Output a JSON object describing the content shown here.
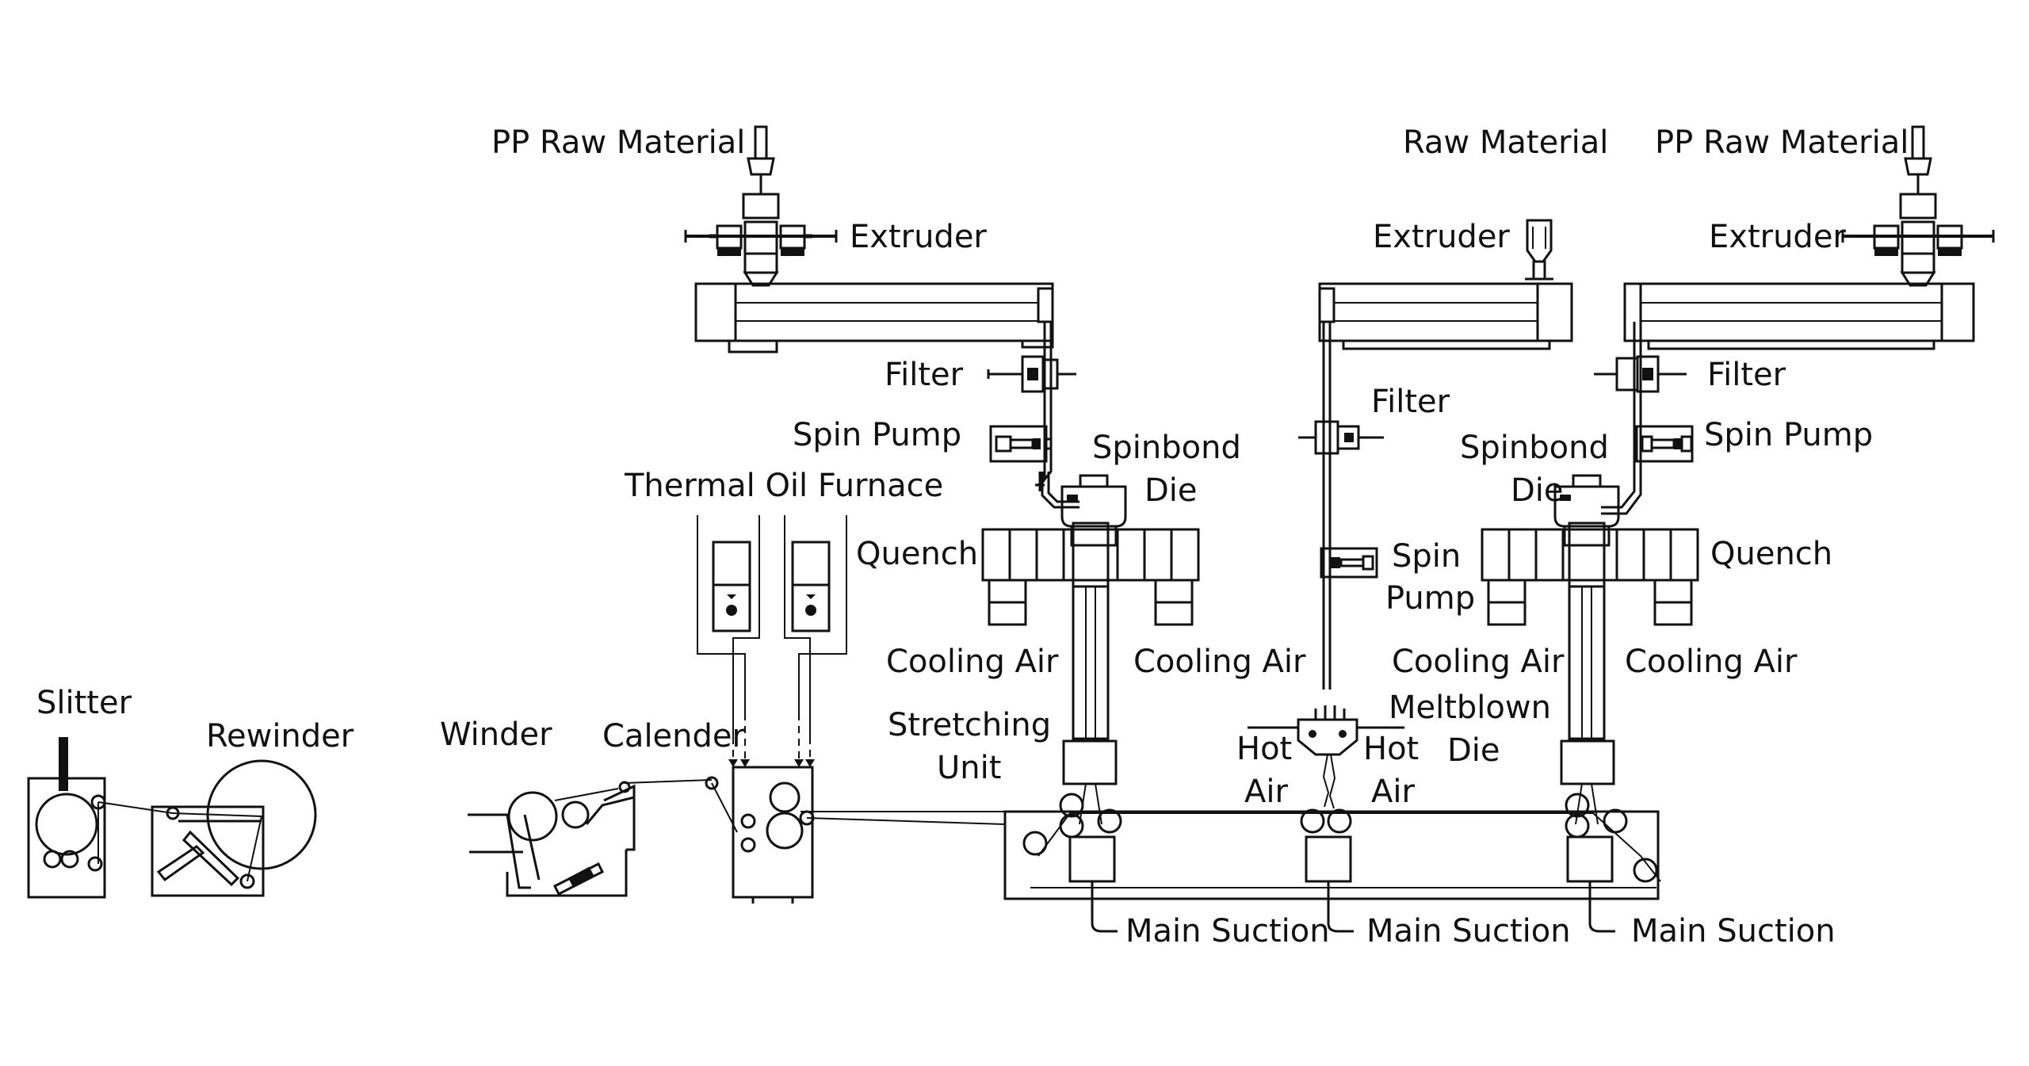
{
  "labels": {
    "pp_raw_material_left": "PP Raw Material",
    "raw_material_center": "Raw Material",
    "pp_raw_material_right": "PP Raw Material",
    "extruder_left": "Extruder",
    "extruder_center": "Extruder",
    "extruder_right": "Extruder",
    "filter_left": "Filter",
    "filter_center": "Filter",
    "filter_right": "Filter",
    "spin_pump_left": "Spin Pump",
    "spin_pump_right": "Spin Pump",
    "spin_pump_center_1": "Spin",
    "spin_pump_center_2": "Pump",
    "spinbond_die_left_1": "Spinbond",
    "spinbond_die_left_2": "Die",
    "spinbond_die_right_1": "Spinbond",
    "spinbond_die_right_2": "Die",
    "thermal_oil_furnace": "Thermal Oil Furnace",
    "quench_left": "Quench",
    "quench_right": "Quench",
    "cooling_air_1": "Cooling Air",
    "cooling_air_2": "Cooling Air",
    "cooling_air_3": "Cooling Air",
    "cooling_air_4": "Cooling Air",
    "stretching_unit_1": "Stretching",
    "stretching_unit_2": "Unit",
    "meltblown_die_1": "Meltblown",
    "meltblown_die_2": "Die",
    "hot_air_left_1": "Hot",
    "hot_air_left_2": "Air",
    "hot_air_right_1": "Hot",
    "hot_air_right_2": "Air",
    "slitter": "Slitter",
    "rewinder": "Rewinder",
    "winder": "Winder",
    "calender": "Calender",
    "main_suction_1": "Main Suction",
    "main_suction_2": "Main Suction",
    "main_suction_3": "Main Suction"
  }
}
